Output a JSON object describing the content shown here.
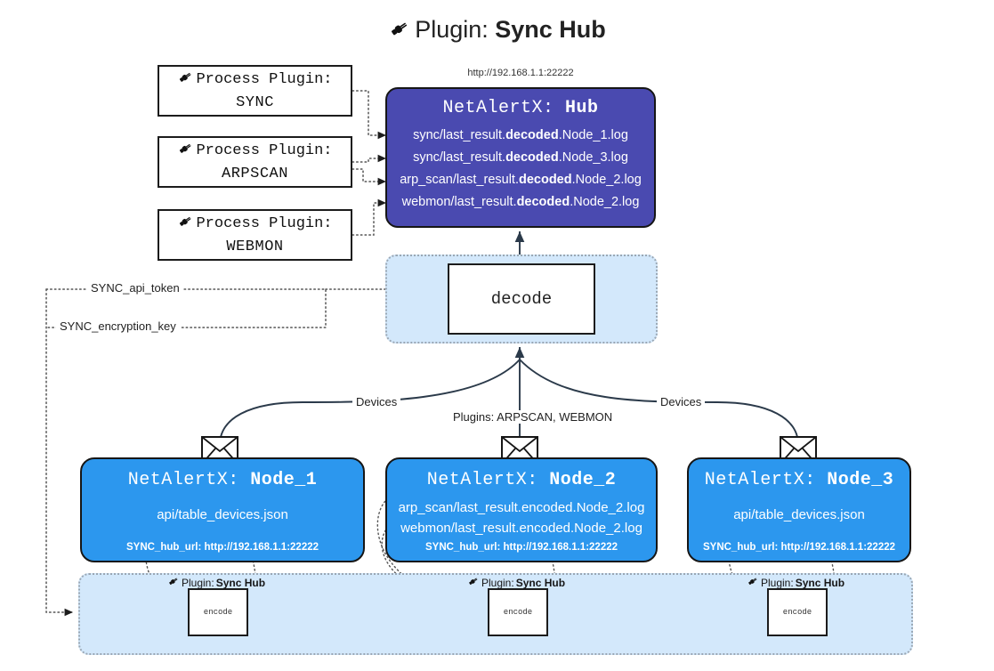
{
  "title": {
    "icon": "plug-icon",
    "prefix": "Plugin:",
    "name": "Sync Hub"
  },
  "hub": {
    "url": "http://192.168.1.1:22222",
    "title_prefix": "NetAlertX:",
    "title_name": "Hub",
    "lines": [
      {
        "pre": "sync/last_result.",
        "mid": "decoded",
        "post": ".Node_1.log"
      },
      {
        "pre": "sync/last_result.",
        "mid": "decoded",
        "post": ".Node_3.log"
      },
      {
        "pre": "arp_scan/last_result.",
        "mid": "decoded",
        "post": ".Node_2.log"
      },
      {
        "pre": "webmon/last_result.",
        "mid": "decoded",
        "post": ".Node_2.log"
      }
    ]
  },
  "process_plugins": [
    {
      "icon": "plug-icon",
      "line1": "Process Plugin:",
      "line2": "SYNC"
    },
    {
      "icon": "plug-icon",
      "line1": "Process Plugin:",
      "line2": "ARPSCAN"
    },
    {
      "icon": "plug-icon",
      "line1": "Process Plugin:",
      "line2": "WEBMON"
    }
  ],
  "decode": {
    "label": "decode"
  },
  "config_edges": [
    {
      "label": "SYNC_api_token"
    },
    {
      "label": "SYNC_encryption_key"
    }
  ],
  "flow_labels": {
    "devices_left": "Devices",
    "devices_right": "Devices",
    "plugins_center": "Plugins: ARPSCAN, WEBMON"
  },
  "nodes": [
    {
      "icon": "envelope-icon",
      "title_prefix": "NetAlertX:",
      "title_name": "Node_1",
      "lines": [
        "api/table_devices.json"
      ],
      "url_label": "SYNC_hub_url: http://192.168.1.1:22222"
    },
    {
      "icon": "envelope-icon",
      "title_prefix": "NetAlertX:",
      "title_name": "Node_2",
      "lines": [
        "arp_scan/last_result.encoded.Node_2.log",
        "webmon/last_result.encoded.Node_2.log"
      ],
      "url_label": "SYNC_hub_url: http://192.168.1.1:22222"
    },
    {
      "icon": "envelope-icon",
      "title_prefix": "NetAlertX:",
      "title_name": "Node_3",
      "lines": [
        "api/table_devices.json"
      ],
      "url_label": "SYNC_hub_url: http://192.168.1.1:22222"
    }
  ],
  "encoders": [
    {
      "caption_icon": "plug-icon",
      "caption_prefix": "Plugin:",
      "caption_name": "Sync Hub",
      "label": "encode"
    },
    {
      "caption_icon": "plug-icon",
      "caption_prefix": "Plugin:",
      "caption_name": "Sync Hub",
      "label": "encode"
    },
    {
      "caption_icon": "plug-icon",
      "caption_prefix": "Plugin:",
      "caption_name": "Sync Hub",
      "label": "encode"
    }
  ],
  "colors": {
    "hub_bg": "#4a4ab0",
    "node_bg": "#2c97ee",
    "container_bg": "#d3e8fb",
    "stroke": "#161616",
    "dotted": "#555555"
  }
}
